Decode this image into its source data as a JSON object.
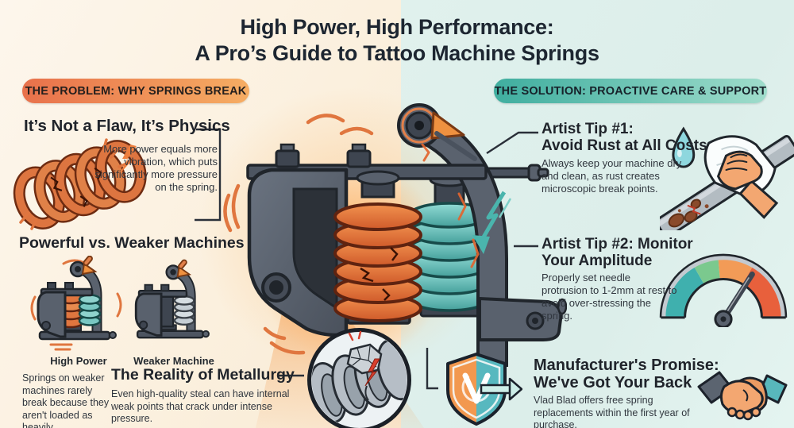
{
  "title": {
    "line1": "High Power, High Performance:",
    "line2": "A Pro’s Guide to Tattoo Machine Springs"
  },
  "problem": {
    "banner": "THE PROBLEM: WHY SPRINGS BREAK",
    "physics": {
      "heading": "It’s Not a Flaw, It’s Physics",
      "body": "More power equals more vibration, which puts significantly more pressure on the spring."
    },
    "comparison": {
      "heading": "Powerful vs. Weaker Machines",
      "label_high": "High Power",
      "label_weak": "Weaker Machine",
      "body": "Springs on weaker machines rarely break because they aren't loaded as heavily."
    },
    "metallurgy": {
      "heading": "The Reality of Metallurgy",
      "body": "Even high-quality steal can have internal weak points that crack under intense pressure."
    }
  },
  "solution": {
    "banner": "THE SOLUTION: PROACTIVE CARE & SUPPORT",
    "tip1": {
      "heading1": "Artist Tip #1:",
      "heading2": "Avoid Rust at All Costs",
      "body": "Always keep your machine dry and clean, as rust creates microscopic break points."
    },
    "tip2": {
      "heading1": "Artist Tip #2: Monitor",
      "heading2": "Your Amplitude",
      "body": "Properly set needle protrusion to 1-2mm at rest to avoid over-stressing the spring."
    },
    "promise": {
      "heading1": "Manufacturer's Promise:",
      "heading2": "We've Got Your Back",
      "body": "Vlad Blad offers free spring replacements within the first year of purchase."
    }
  },
  "colors": {
    "problem_accent": "#ed7a4c",
    "solution_accent": "#46b1a3",
    "bg_left": "#fbf2e4",
    "bg_right": "#dff0ec",
    "spring_stressed": "#df7540",
    "spring_healthy": "#63c4bd",
    "ink": "#1e2630"
  }
}
